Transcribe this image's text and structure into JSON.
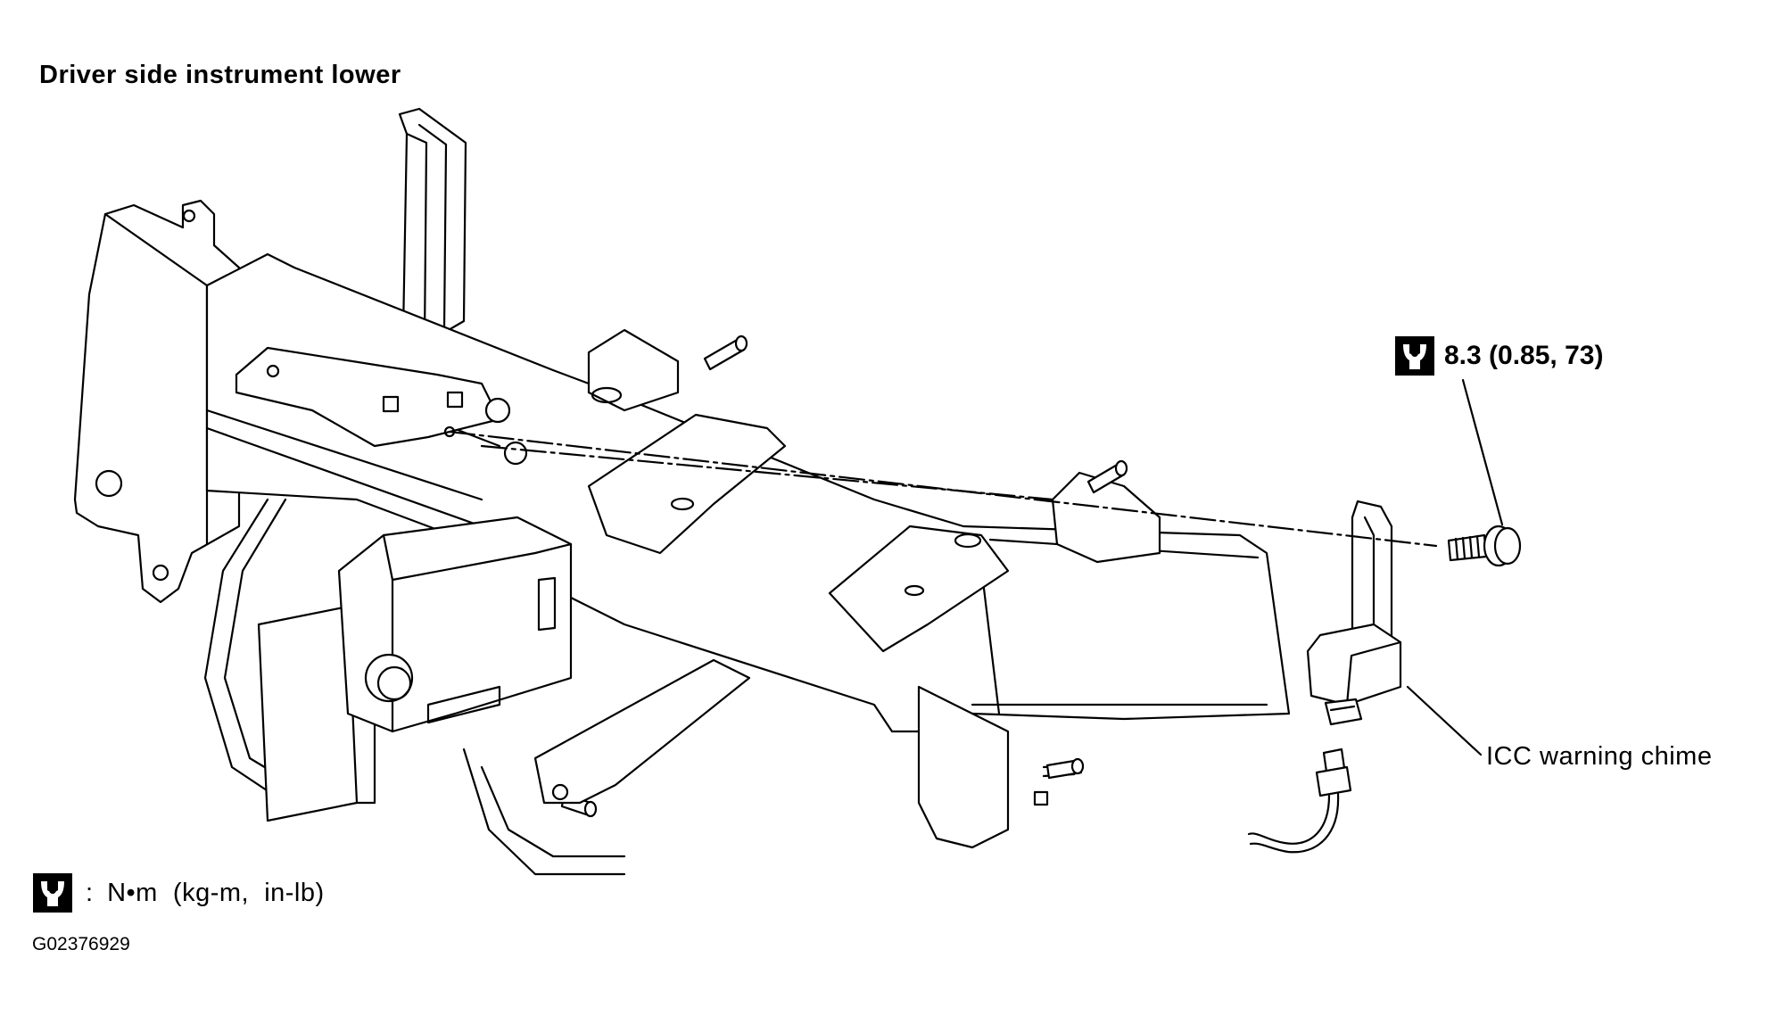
{
  "diagram": {
    "title": "Driver side instrument lower",
    "torque_callout": {
      "icon": "torque-wrench-icon",
      "value": "8.3 (0.85, 73)"
    },
    "part_label": "ICC warning chime",
    "legend": {
      "icon": "torque-wrench-icon",
      "colon": ":",
      "unit": "N•m  (kg-m,  in-lb)"
    },
    "figure_id": "G02376929"
  }
}
